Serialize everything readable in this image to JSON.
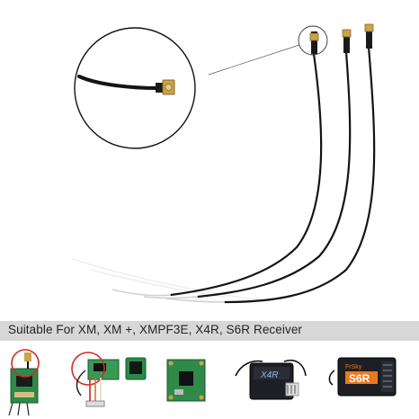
{
  "caption": "Suitable For XM, XM +, XMPF3E, X4R, S6R Receiver",
  "receivers": [
    {
      "model": "XM"
    },
    {
      "model": "XM+"
    },
    {
      "model": "XMPF3E"
    },
    {
      "model": "X4R",
      "label": "X4R"
    },
    {
      "model": "S6R",
      "brand": "FrSky",
      "label": "S6R"
    }
  ],
  "colors": {
    "antenna_cable": "#141414",
    "connector_gold": "#c9a24a",
    "banner_bg": "#d7d7d7",
    "highlight_circle": "#d52a2a",
    "pcb_green": "#2f8a4a",
    "case_dark": "#1d1f24",
    "s6r_orange": "#e97a1e"
  }
}
